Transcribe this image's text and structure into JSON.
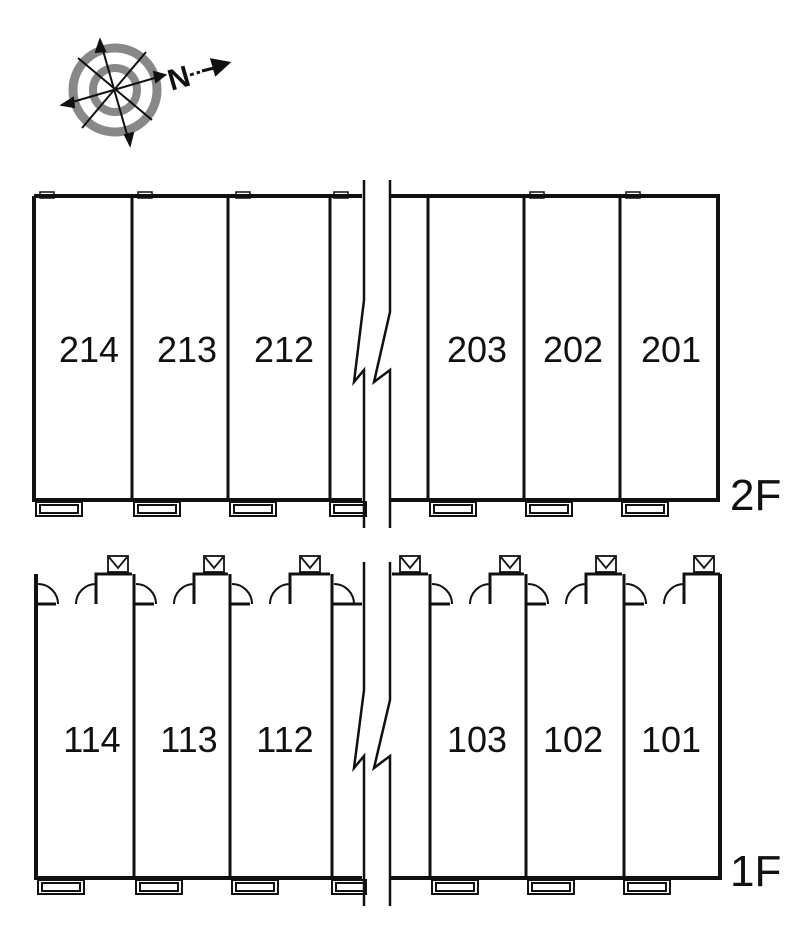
{
  "compass": {
    "north_label": "N",
    "icon": "compass-rose-icon"
  },
  "floors": [
    {
      "id": "2F",
      "label": "2F",
      "units": [
        "214",
        "213",
        "212",
        "203",
        "202",
        "201"
      ]
    },
    {
      "id": "1F",
      "label": "1F",
      "units": [
        "114",
        "113",
        "112",
        "103",
        "102",
        "101"
      ]
    }
  ]
}
